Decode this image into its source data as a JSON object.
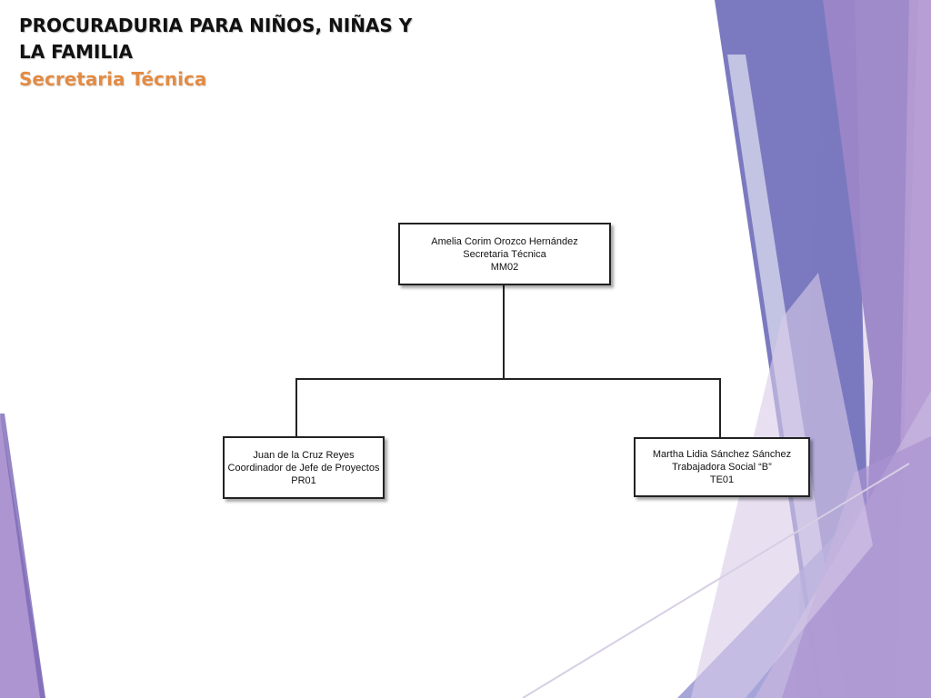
{
  "slide": {
    "title": "PROCURADURIA PARA NIÑOS, NIÑAS Y LA FAMILIA",
    "subtitle": "Secretaria Técnica"
  },
  "colors": {
    "subtitle": "#e38b43",
    "purple_dark": "#7473bd",
    "purple_mid": "#9b86c7",
    "purple_light": "#c7b5de",
    "lavender_pale": "#e7def0",
    "box_border": "#222222"
  },
  "org_chart": {
    "root": {
      "name": "Amelia Corim Orozco Hernández",
      "position": "Secretaria Técnica",
      "code": "MM02"
    },
    "children": [
      {
        "name": "Juan de la Cruz Reyes",
        "position": "Coordinador de Jefe de Proyectos",
        "code": "PR01"
      },
      {
        "name": "Martha Lidia Sánchez  Sánchez",
        "position": "Trabajadora Social “B”",
        "code": "TE01"
      }
    ]
  }
}
